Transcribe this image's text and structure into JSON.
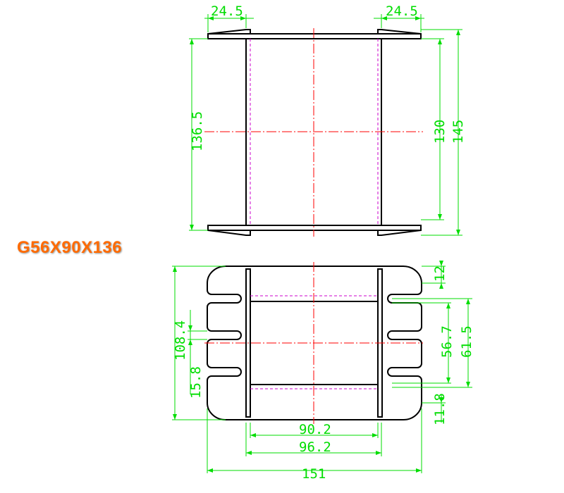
{
  "model_label": "G56X90X136",
  "colors": {
    "outline": "#000000",
    "dimension": "#00dd00",
    "centerline": "#ff0000",
    "hidden": "#cc00cc",
    "label": "#ff6a00"
  },
  "dimensions": {
    "top_left_flange": "24.5",
    "top_right_flange": "24.5",
    "height_overall": "136.5",
    "height_inner": "130",
    "height_total": "145",
    "slot_pitch": "12",
    "depth_inner": "56.7",
    "depth_slots": "61.5",
    "height_plan": "108.4",
    "slot_width": "15.8",
    "bottom_offset": "11.8",
    "width_inner": "90.2",
    "width_mid": "96.2",
    "width_overall": "151"
  }
}
